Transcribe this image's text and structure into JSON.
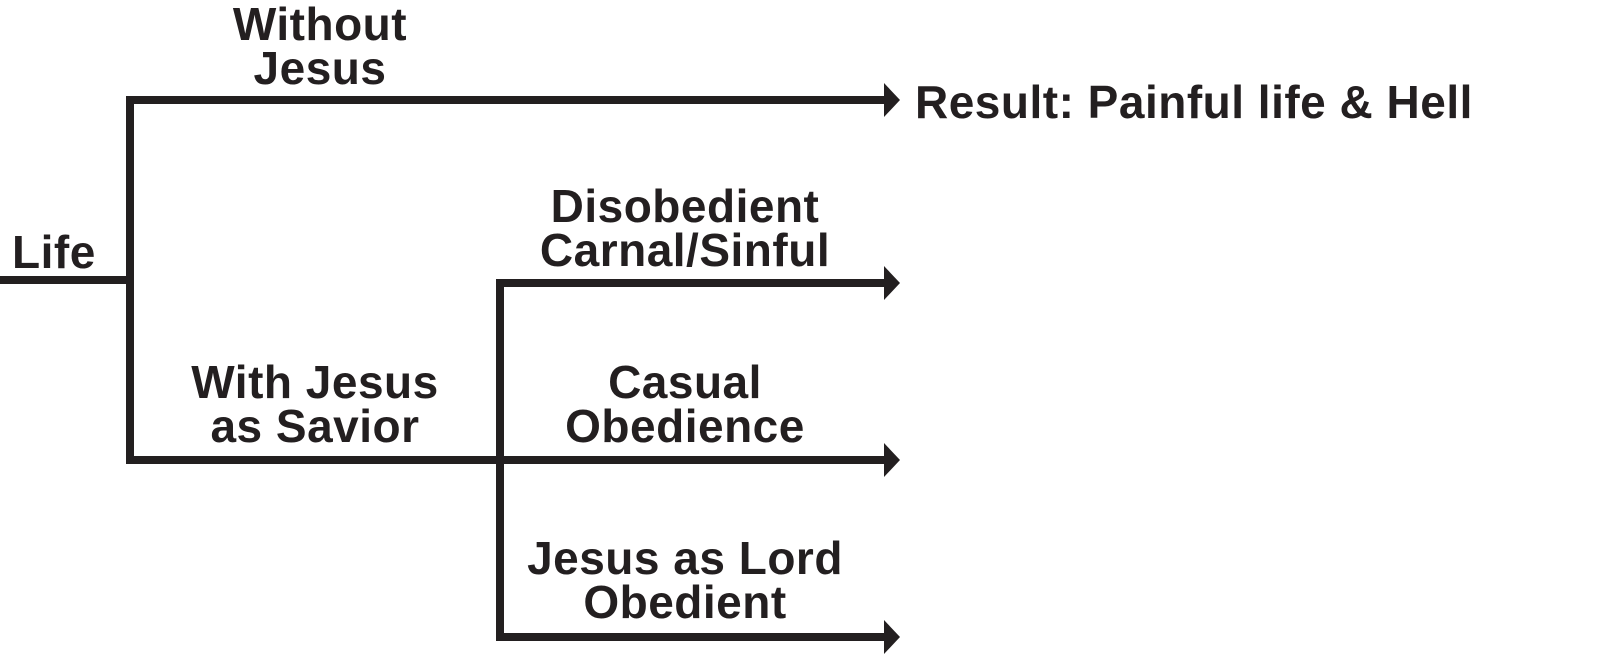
{
  "diagram": {
    "root": {
      "label": "Life"
    },
    "branches": [
      {
        "id": "without",
        "label_lines": [
          "Without",
          "Jesus"
        ],
        "result": "Result: Painful life & Hell"
      },
      {
        "id": "savior",
        "label_lines": [
          "With Jesus",
          "as Savior"
        ],
        "sub_branches": [
          {
            "id": "disobedient",
            "label_lines": [
              "Disobedient",
              "Carnal/Sinful"
            ]
          },
          {
            "id": "casual",
            "label_lines": [
              "Casual",
              "Obedience"
            ]
          },
          {
            "id": "lord",
            "label_lines": [
              "Jesus as Lord",
              "Obedient"
            ]
          }
        ]
      }
    ],
    "line_color": "#231f20"
  }
}
